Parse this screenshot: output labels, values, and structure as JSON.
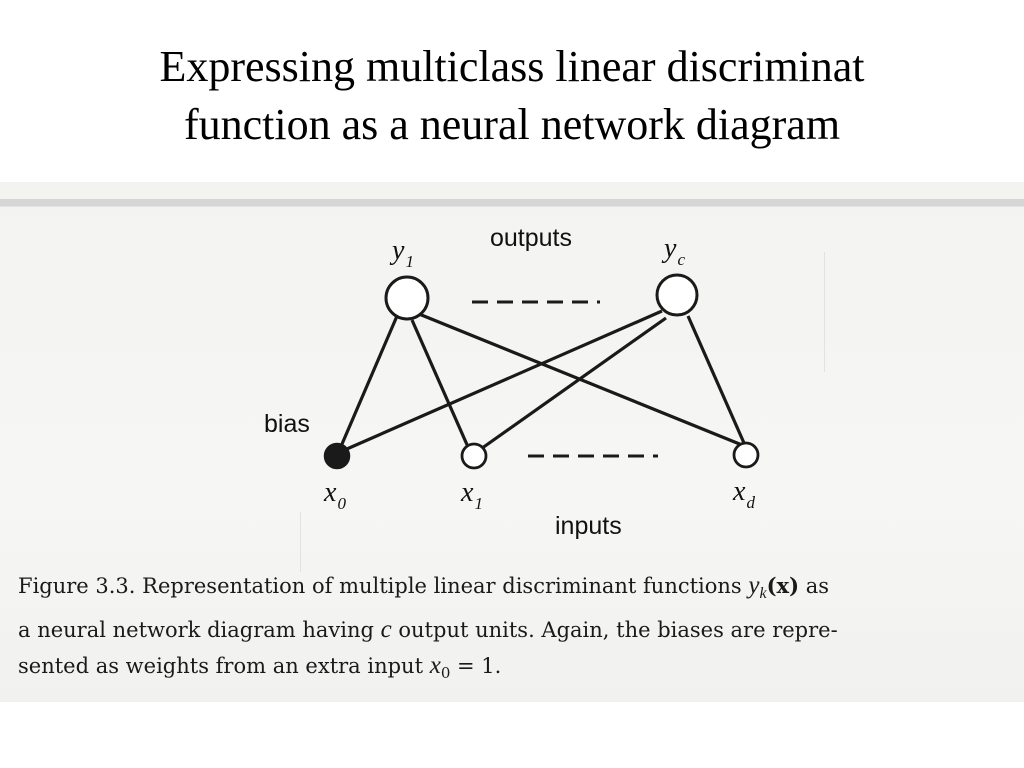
{
  "slide": {
    "title_line1": "Expressing multiclass linear discriminat",
    "title_line2": "function as a neural network diagram"
  },
  "figure": {
    "outputs_label": "outputs",
    "inputs_label": "inputs",
    "bias_label": "bias",
    "output_nodes": [
      {
        "var": "y",
        "sub": "1"
      },
      {
        "var": "y",
        "sub": "c"
      }
    ],
    "input_nodes": [
      {
        "var": "x",
        "sub": "0",
        "filled": true
      },
      {
        "var": "x",
        "sub": "1",
        "filled": false
      },
      {
        "var": "x",
        "sub": "d",
        "filled": false
      }
    ]
  },
  "caption": {
    "line1_prefix": "Figure 3.3. Representation of multiple linear discriminant functions ",
    "line1_math": "y",
    "line1_math_sub": "k",
    "line1_math_arg": "(x)",
    "line1_suffix": " as",
    "line2_prefix": "a neural network diagram having ",
    "line2_math": "c",
    "line2_suffix": " output units. Again, the biases are repre-",
    "line3_prefix": "sented as weights from an extra input ",
    "line3_math": "x",
    "line3_math_sub": "0",
    "line3_suffix": " = 1."
  }
}
